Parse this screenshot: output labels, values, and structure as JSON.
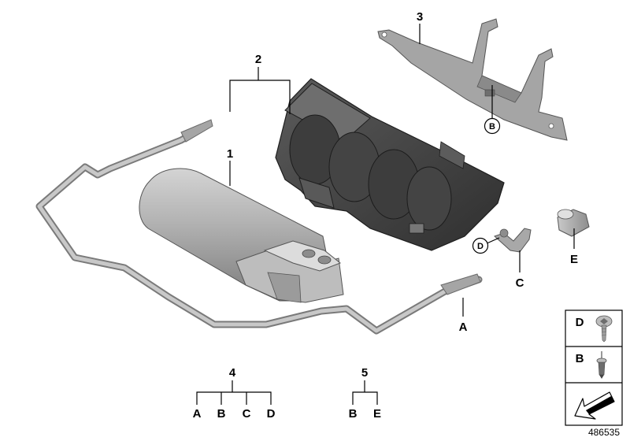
{
  "callouts": {
    "p1": "1",
    "p2": "2",
    "p3": "3",
    "p4": "4",
    "p5": "5",
    "a": "A",
    "c": "C",
    "e": "E",
    "circle_b": "B",
    "circle_d": "D"
  },
  "group4": [
    "A",
    "B",
    "C",
    "D"
  ],
  "group5": [
    "B",
    "E"
  ],
  "legend": {
    "d": "D",
    "b": "B"
  },
  "diagram_number": "486535",
  "colors": {
    "part_gray": "#a7a7a7",
    "dark_housing": "#4b4b4b",
    "bracket_gray": "#8a8a8a",
    "line": "#000000"
  }
}
